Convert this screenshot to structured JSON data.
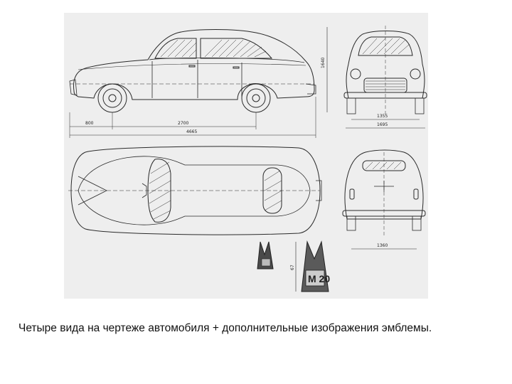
{
  "caption": "Четыре вида на чертеже автомобиля + дополнительные изображения эмблемы.",
  "dimensions": {
    "front_overhang": "800",
    "wheelbase": "2700",
    "overall_length": "4665",
    "height": "1640",
    "front_track": "1355",
    "overall_width": "1695",
    "rear_track": "1360",
    "emblem_height": "67"
  },
  "emblem_text": "M 20"
}
